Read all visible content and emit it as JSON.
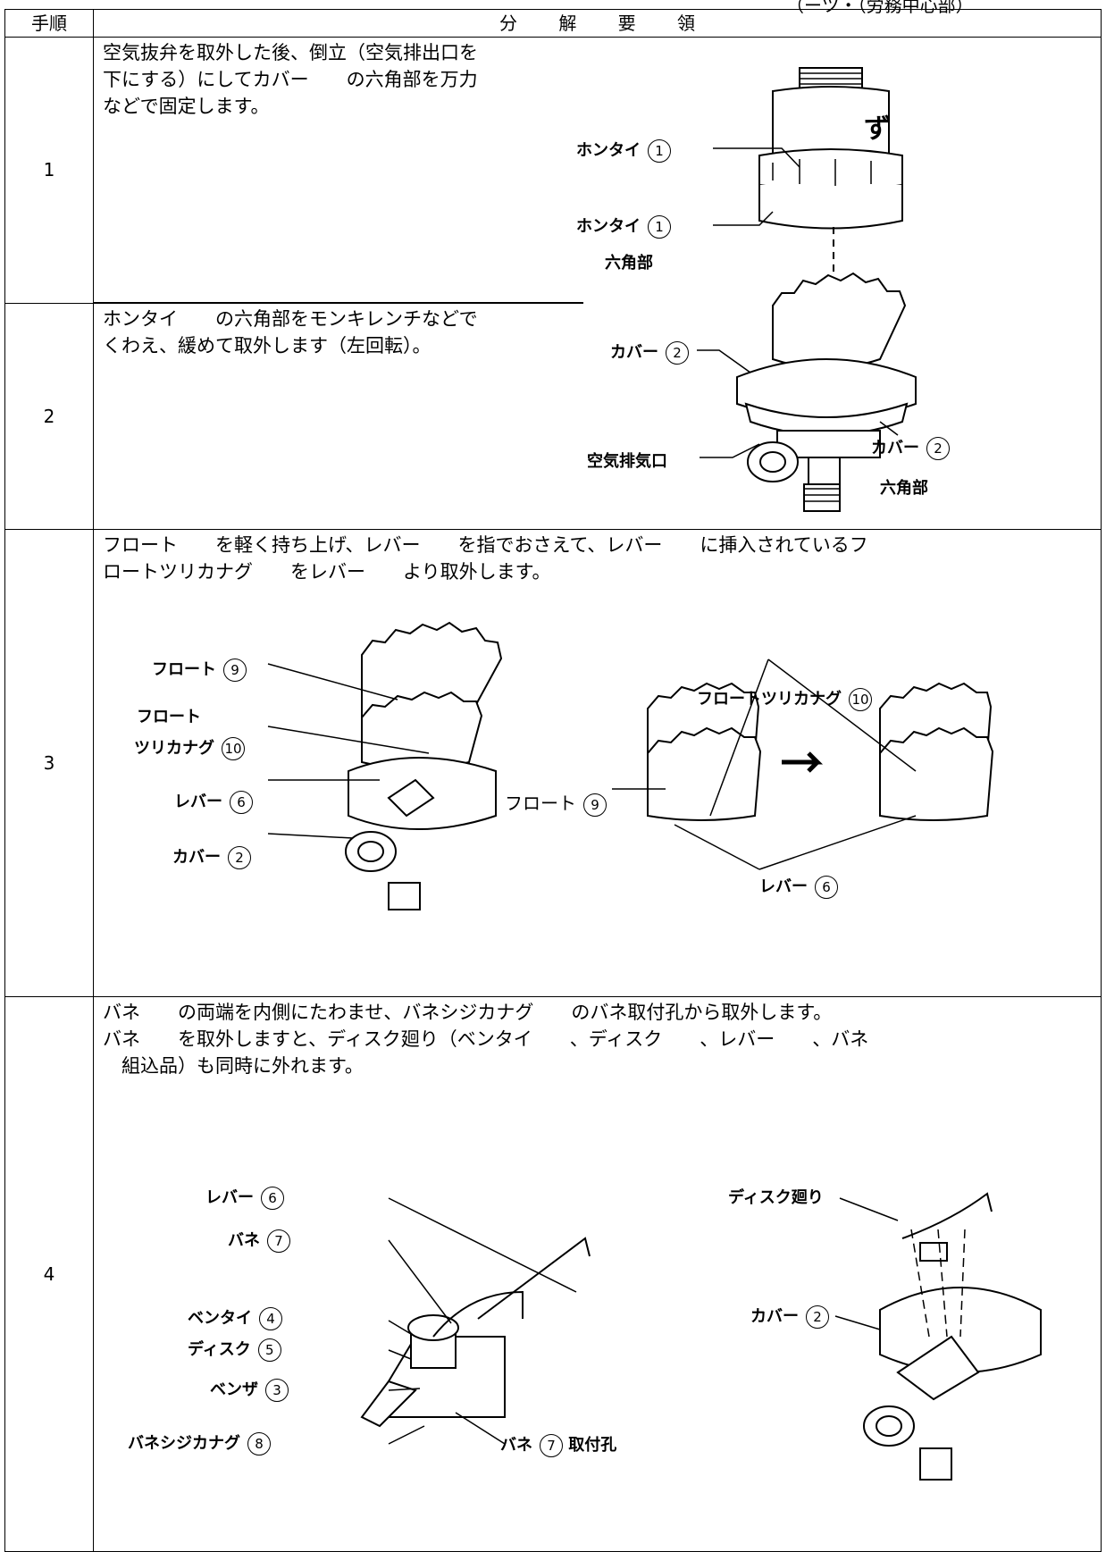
{
  "top_fragment": "（ーツ・（労務中心部）",
  "header": {
    "step": "手順",
    "title_chars": [
      "分",
      "解",
      "要",
      "領"
    ]
  },
  "steps": [
    {
      "num": "1",
      "text": "空気抜弁を取外した後、倒立（空気排出口を\n下にする）にしてカバー　　の六角部を万力\nなどで固定します。"
    },
    {
      "num": "2",
      "text": "ホンタイ　　の六角部をモンキレンチなどで\nくわえ、緩めて取外します（左回転）。"
    },
    {
      "num": "3",
      "text": "フロート　　を軽く持ち上げ、レバー　　を指でおさえて、レバー　　に挿入されているフ\nロートツリカナグ　　をレバー　　より取外します。"
    },
    {
      "num": "4",
      "text": "バネ　　の両端を内側にたわませ、バネシジカナグ　　のバネ取付孔から取外します。\nバネ　　を取外しますと、ディスク廻り（ベンタイ　　、ディスク　　、レバー　　、バネ\n　組込品）も同時に外れます。"
    }
  ],
  "labels": {
    "hontai": "ホンタイ",
    "rokkakubu": "六角部",
    "cover": "カバー",
    "kuuki": "空気排気口",
    "float": "フロート",
    "tsurikanagu": "ツリカナグ",
    "float_tsurikanagu": "フロートツリカナグ",
    "lever": "レバー",
    "bane": "バネ",
    "bentai": "ベンタイ",
    "disk": "ディスク",
    "benza": "ベンザ",
    "banesiji": "バネシジカナグ",
    "toritsuke": "取付孔",
    "disk_mawari": "ディスク廻り"
  },
  "circled": {
    "n1": "1",
    "n2": "2",
    "n3": "3",
    "n4": "4",
    "n5": "5",
    "n6": "6",
    "n7": "7",
    "n8": "8",
    "n9": "9",
    "n10": "10"
  }
}
